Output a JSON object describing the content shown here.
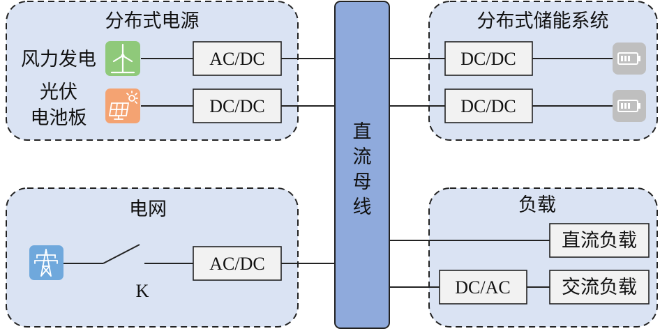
{
  "groups": {
    "distributed_source": "分布式电源",
    "distributed_storage": "分布式储能系统",
    "grid": "电网",
    "load": "负载"
  },
  "sources": {
    "wind": "风力发电",
    "pv_line1": "光伏",
    "pv_line2": "电池板"
  },
  "converters": {
    "wind_conv": "AC/DC",
    "pv_conv": "DC/DC",
    "storage1_conv": "DC/DC",
    "storage2_conv": "DC/DC",
    "grid_conv": "AC/DC",
    "load_conv": "DC/AC"
  },
  "bus": {
    "chars": [
      "直",
      "流",
      "母",
      "线"
    ]
  },
  "loads": {
    "dc_load": "直流负载",
    "ac_load": "交流负载"
  },
  "switch": {
    "label": "K"
  },
  "icons": {
    "wind": "wind-turbine-icon",
    "solar": "solar-panel-icon",
    "battery": "battery-icon",
    "tower": "transmission-tower-icon"
  },
  "colors": {
    "group_fill": "#dae3f3",
    "bus_fill": "#8faadc",
    "converter_fill": "#f2f2f2",
    "wind_icon": "#8fc97a",
    "solar_icon": "#f4a372",
    "battery_icon": "#bfbfbf",
    "tower_icon": "#6fa8dc"
  }
}
